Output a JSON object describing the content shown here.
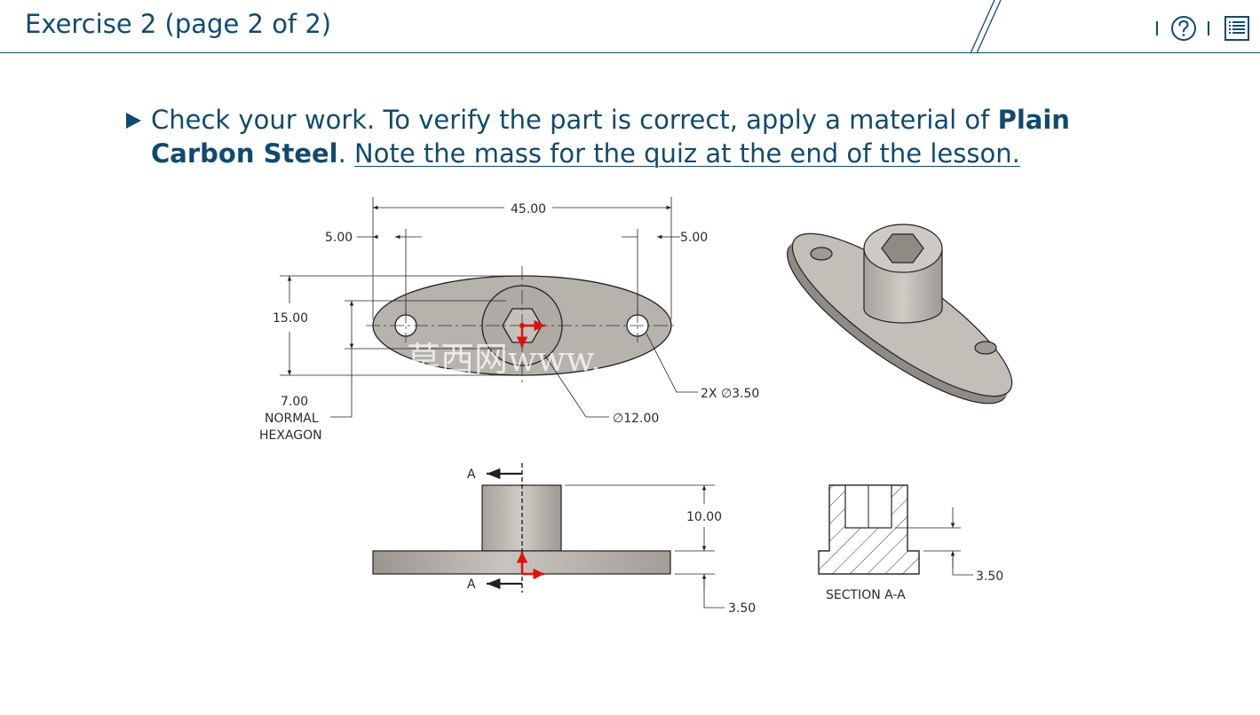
{
  "header": {
    "title": "Exercise 2 (page 2 of 2)",
    "help_icon": "question-circle-icon",
    "menu_icon": "list-menu-icon"
  },
  "instruction": {
    "text_1": "Check your work. To verify the part is correct, apply a material of ",
    "bold_1": "Plain Carbon Steel",
    "text_2": ". ",
    "underlined": "Note the mass for the quiz at the end of the lesson."
  },
  "drawing": {
    "dim_overall_width": "45.00",
    "dim_left_offset": "5.00",
    "dim_right_offset": "5.00",
    "dim_height": "15.00",
    "dim_hexagon_1": "7.00",
    "dim_hexagon_2": "NORMAL",
    "dim_hexagon_3": "HEXAGON",
    "dim_holes": "2X ∅3.50",
    "dim_boss_diameter": "∅12.00",
    "dim_boss_height": "10.00",
    "dim_plate_thickness": "3.50",
    "dim_section_thickness": "3.50",
    "section_marker_top": "A",
    "section_marker_bottom": "A",
    "section_label": "SECTION A-A",
    "watermark": "莫西网www."
  },
  "colors": {
    "primary": "#124a6e",
    "part_fill": "#b4b0aa",
    "axis_red": "#e01010"
  }
}
